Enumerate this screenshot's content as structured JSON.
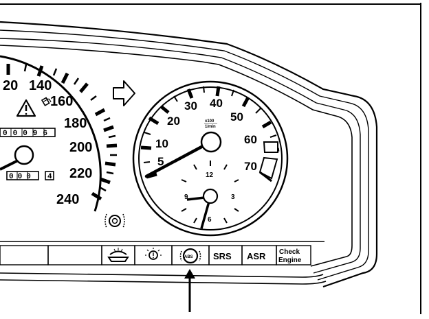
{
  "speedometer": {
    "labels": [
      "20",
      "140",
      "160",
      "180",
      "200",
      "220",
      "240"
    ]
  },
  "odometer": {
    "digits": "00096"
  },
  "trip": {
    "digits": "000",
    "tenths": "4"
  },
  "tachometer": {
    "labels": [
      "5",
      "10",
      "20",
      "30",
      "40",
      "50",
      "60",
      "70"
    ],
    "unit_top": "x100",
    "unit_bottom": "1/min"
  },
  "clock": {
    "labels": [
      "12",
      "3",
      "6",
      "9"
    ]
  },
  "warning_lamps": {
    "abs": "ABS",
    "srs": "SRS",
    "asr": "ASR",
    "check_engine_line1": "Check",
    "check_engine_line2": "Engine"
  },
  "icons": [
    "warning-triangle-icon",
    "fuel-pump-icon",
    "turn-signal-arrow-icon",
    "brake-pad-wear-icon",
    "washer-fluid-icon",
    "bulb-failure-icon",
    "abs-icon",
    "callout-arrow-icon"
  ]
}
